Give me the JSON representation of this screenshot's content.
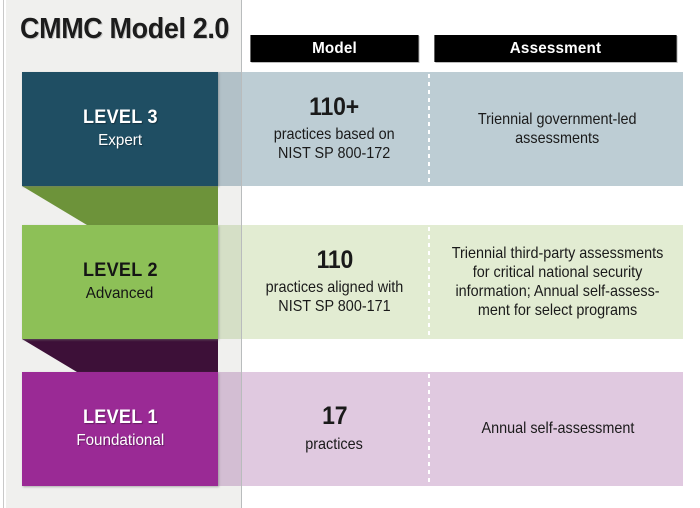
{
  "title": "CMMC Model 2.0",
  "columns": {
    "model_header": "Model",
    "assessment_header": "Assessment"
  },
  "colors": {
    "level3_block": "#1f4e63",
    "level3_band": "#bdcdd4",
    "level2_block": "#8dc057",
    "level2_band": "#e2ecd2",
    "level2_connector": "#6d933a",
    "level1_block": "#9a2a95",
    "level1_band": "#e0c9e0",
    "level1_connector": "#3d1038",
    "header_bar": "#000000",
    "panel_background": "#f0f0ee"
  },
  "levels": [
    {
      "name": "LEVEL 3",
      "subtitle": "Expert",
      "practices_count": "110+",
      "practices_detail": "practices based on\nNIST SP 800-172",
      "assessment": "Triennial government-led\nassessments"
    },
    {
      "name": "LEVEL 2",
      "subtitle": "Advanced",
      "practices_count": "110",
      "practices_detail": "practices aligned with\nNIST SP 800-171",
      "assessment": "Triennial third-party assessments\nfor critical national security\ninformation; Annual self-assess-\nment for select programs"
    },
    {
      "name": "LEVEL 1",
      "subtitle": "Foundational",
      "practices_count": "17",
      "practices_detail": "practices",
      "assessment": "Annual self-assessment"
    }
  ]
}
